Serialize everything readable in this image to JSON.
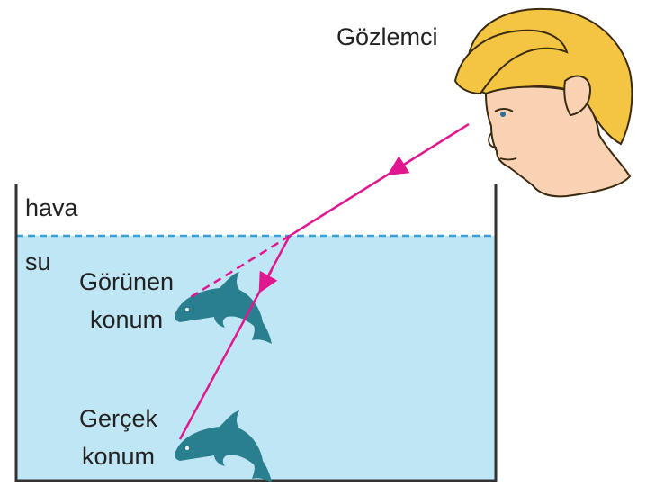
{
  "labels": {
    "observer": "Gözlemci",
    "air": "hava",
    "water": "su",
    "apparent_position": [
      "Görünen",
      "konum"
    ],
    "real_position": [
      "Gerçek",
      "konum"
    ]
  },
  "colors": {
    "water": "#bfe6f5",
    "surface_line": "#3aa0dc",
    "ray": "#e0178f",
    "dolphin": "#2a7f8f",
    "tank": "#333333",
    "hair": "#f4c542",
    "skin": "#f9d2b4"
  },
  "icons": {
    "observer": "observer-head-icon",
    "apparent_fish": "dolphin-icon",
    "real_fish": "dolphin-icon"
  }
}
